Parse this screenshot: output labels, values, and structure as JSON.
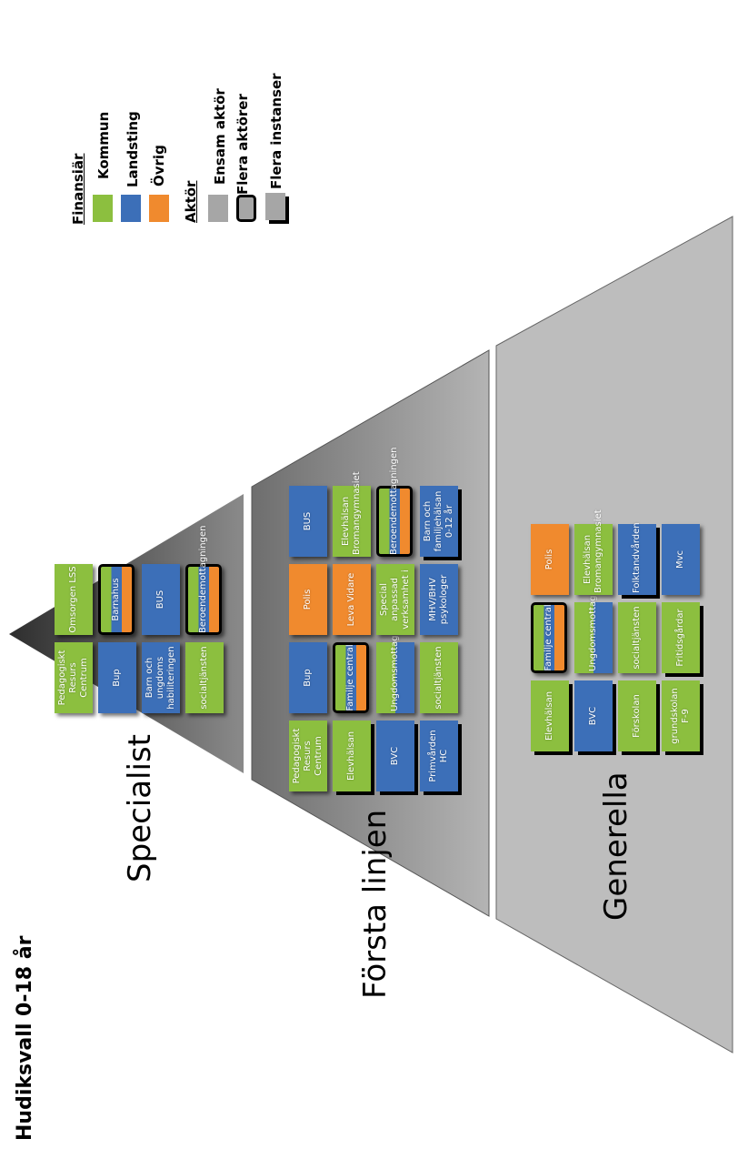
{
  "title": "Hudiksvall 0-18 år",
  "levels": {
    "specialist": "Specialist",
    "forsta": "Första linjen",
    "generella": "Generella"
  },
  "colors": {
    "kommun": "#8cbf3f",
    "landsting": "#3c6fb8",
    "ovrig": "#f08a2e",
    "ensam": "#a6a6a6",
    "tri_dark": "#3a3a3a",
    "tri_mid": "#7a7a7a",
    "tri_light": "#bfbfbf"
  },
  "legend": {
    "finansiar": "Finansiär",
    "kommun": "Kommun",
    "landsting": "Landsting",
    "ovrig": "Övrig",
    "aktor": "Aktör",
    "ensam": "Ensam aktör",
    "flera_aktorer": "Flera aktörer",
    "flera_instanser": "Flera instanser"
  },
  "boxes": [
    {
      "id": "sp-pedagogiskt",
      "label": "Pedagogiskt Resurs Centrum",
      "fill": "kommun"
    },
    {
      "id": "sp-omsorgen",
      "label": "Omsorgen LSS",
      "fill": "kommun"
    },
    {
      "id": "sp-bup",
      "label": "Bup",
      "fill": "landsting"
    },
    {
      "id": "sp-barnahus",
      "label": "Barnahus",
      "fill": "multi",
      "multi": true
    },
    {
      "id": "sp-barn-ungdoms",
      "label": "Barn och ungdoms habiliteringen",
      "fill": "landsting"
    },
    {
      "id": "sp-bus",
      "label": "BUS",
      "fill": "landsting"
    },
    {
      "id": "sp-socialtjansten",
      "label": "socialtjänsten",
      "fill": "kommun"
    },
    {
      "id": "sp-beroende",
      "label": "Beroendemottagningen",
      "fill": "multi",
      "multi": true
    },
    {
      "id": "fl-pedagogiskt",
      "label": "Pedagogiskt Resurs Centrum",
      "fill": "kommun"
    },
    {
      "id": "fl-bup",
      "label": "Bup",
      "fill": "landsting"
    },
    {
      "id": "fl-polis",
      "label": "Polis",
      "fill": "ovrig"
    },
    {
      "id": "fl-bus",
      "label": "BUS",
      "fill": "landsting"
    },
    {
      "id": "fl-elevhalsan",
      "label": "Elevhälsan",
      "fill": "kommun",
      "instances": true
    },
    {
      "id": "fl-familje",
      "label": "Familje central",
      "fill": "multi",
      "multi": true
    },
    {
      "id": "fl-leva-vidare",
      "label": "Leva Vidare",
      "fill": "ovrig"
    },
    {
      "id": "fl-elevhalsan-brom",
      "label": "Elevhälsan Bromangymnasiet",
      "fill": "kommun"
    },
    {
      "id": "fl-bvc",
      "label": "BVC",
      "fill": "landsting",
      "instances": true
    },
    {
      "id": "fl-ungdomsmott",
      "label": "Ungdomsmottagningen",
      "fill": "multi2"
    },
    {
      "id": "fl-special",
      "label": "Special anpassad verksamhet i",
      "fill": "kommun"
    },
    {
      "id": "fl-beroende",
      "label": "Beroendemottagningen",
      "fill": "multi",
      "multi": true
    },
    {
      "id": "fl-primvarden",
      "label": "Primvården HC",
      "fill": "landsting",
      "instances": true
    },
    {
      "id": "fl-socialtjansten",
      "label": "socialtjänsten",
      "fill": "kommun"
    },
    {
      "id": "fl-mhv",
      "label": "MHV/BHV psykologer",
      "fill": "landsting"
    },
    {
      "id": "fl-barn-familj",
      "label": "Barn och familjehälsan 0-12 år",
      "fill": "landsting",
      "instances": true
    },
    {
      "id": "ge-elevhalsan",
      "label": "Elevhälsan",
      "fill": "kommun",
      "instances": true
    },
    {
      "id": "ge-familje",
      "label": "Familje central",
      "fill": "multi",
      "multi": true
    },
    {
      "id": "ge-polis",
      "label": "Polis",
      "fill": "ovrig"
    },
    {
      "id": "ge-bvc",
      "label": "BVC",
      "fill": "landsting",
      "instances": true
    },
    {
      "id": "ge-ungdomsmott",
      "label": "Ungdomsmottagningen",
      "fill": "multi2"
    },
    {
      "id": "ge-elevhalsan-brom",
      "label": "Elevhälsan Bromangymnasiet",
      "fill": "kommun"
    },
    {
      "id": "ge-forskolan",
      "label": "Förskolan",
      "fill": "kommun",
      "instances": true
    },
    {
      "id": "ge-socialtjansten",
      "label": "socialtjänsten",
      "fill": "kommun"
    },
    {
      "id": "ge-folktandvarden",
      "label": "Folktandvården",
      "fill": "landsting",
      "instances": true
    },
    {
      "id": "ge-grundskolan",
      "label": "grundskolan F-9",
      "fill": "kommun",
      "instances": true
    },
    {
      "id": "ge-fritidsgardar",
      "label": "Fritidsgårdar",
      "fill": "kommun",
      "instances": true
    },
    {
      "id": "ge-mvc",
      "label": "Mvc",
      "fill": "landsting"
    }
  ]
}
